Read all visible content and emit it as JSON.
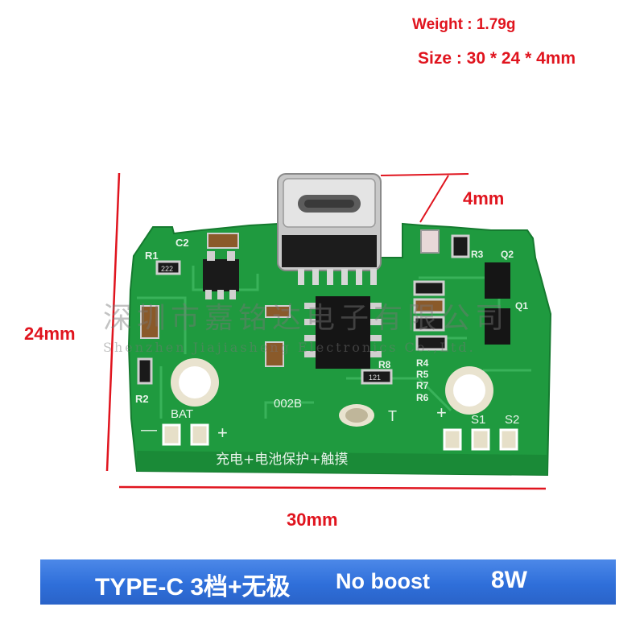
{
  "specs": {
    "weight": "Weight : 1.79g",
    "size": "Size : 30 * 24 * 4mm"
  },
  "dimensions": {
    "thickness": "4mm",
    "height": "24mm",
    "width": "30mm"
  },
  "board_silkscreen": {
    "c2": "C2",
    "r1": "R1",
    "r1_code": "222",
    "r2": "R2",
    "r3": "R3",
    "q2": "Q2",
    "q1": "Q1",
    "r4": "R4",
    "r5": "R5",
    "r7": "R7",
    "r6": "R6",
    "r8": "R8",
    "code_121": "121",
    "model": "002B",
    "t_pad": "T",
    "bat": "BAT",
    "minus": "—",
    "plus_left": "+",
    "plus_right": "+",
    "s1": "S1",
    "s2": "S2",
    "function_text": "充电+电池保护+触摸"
  },
  "watermark": {
    "chinese": "深圳市嘉铭达电子有限公司",
    "english": "Shenzhen Jiajiasheng Electronics Co.,Ltd."
  },
  "banner": {
    "title": "TYPE-C 3档+无极",
    "subtitle": "No boost",
    "power": "8W"
  },
  "colors": {
    "pcb_green": "#1f9a3f",
    "spec_red": "#e0141e",
    "banner_blue": "#2f6fda"
  }
}
